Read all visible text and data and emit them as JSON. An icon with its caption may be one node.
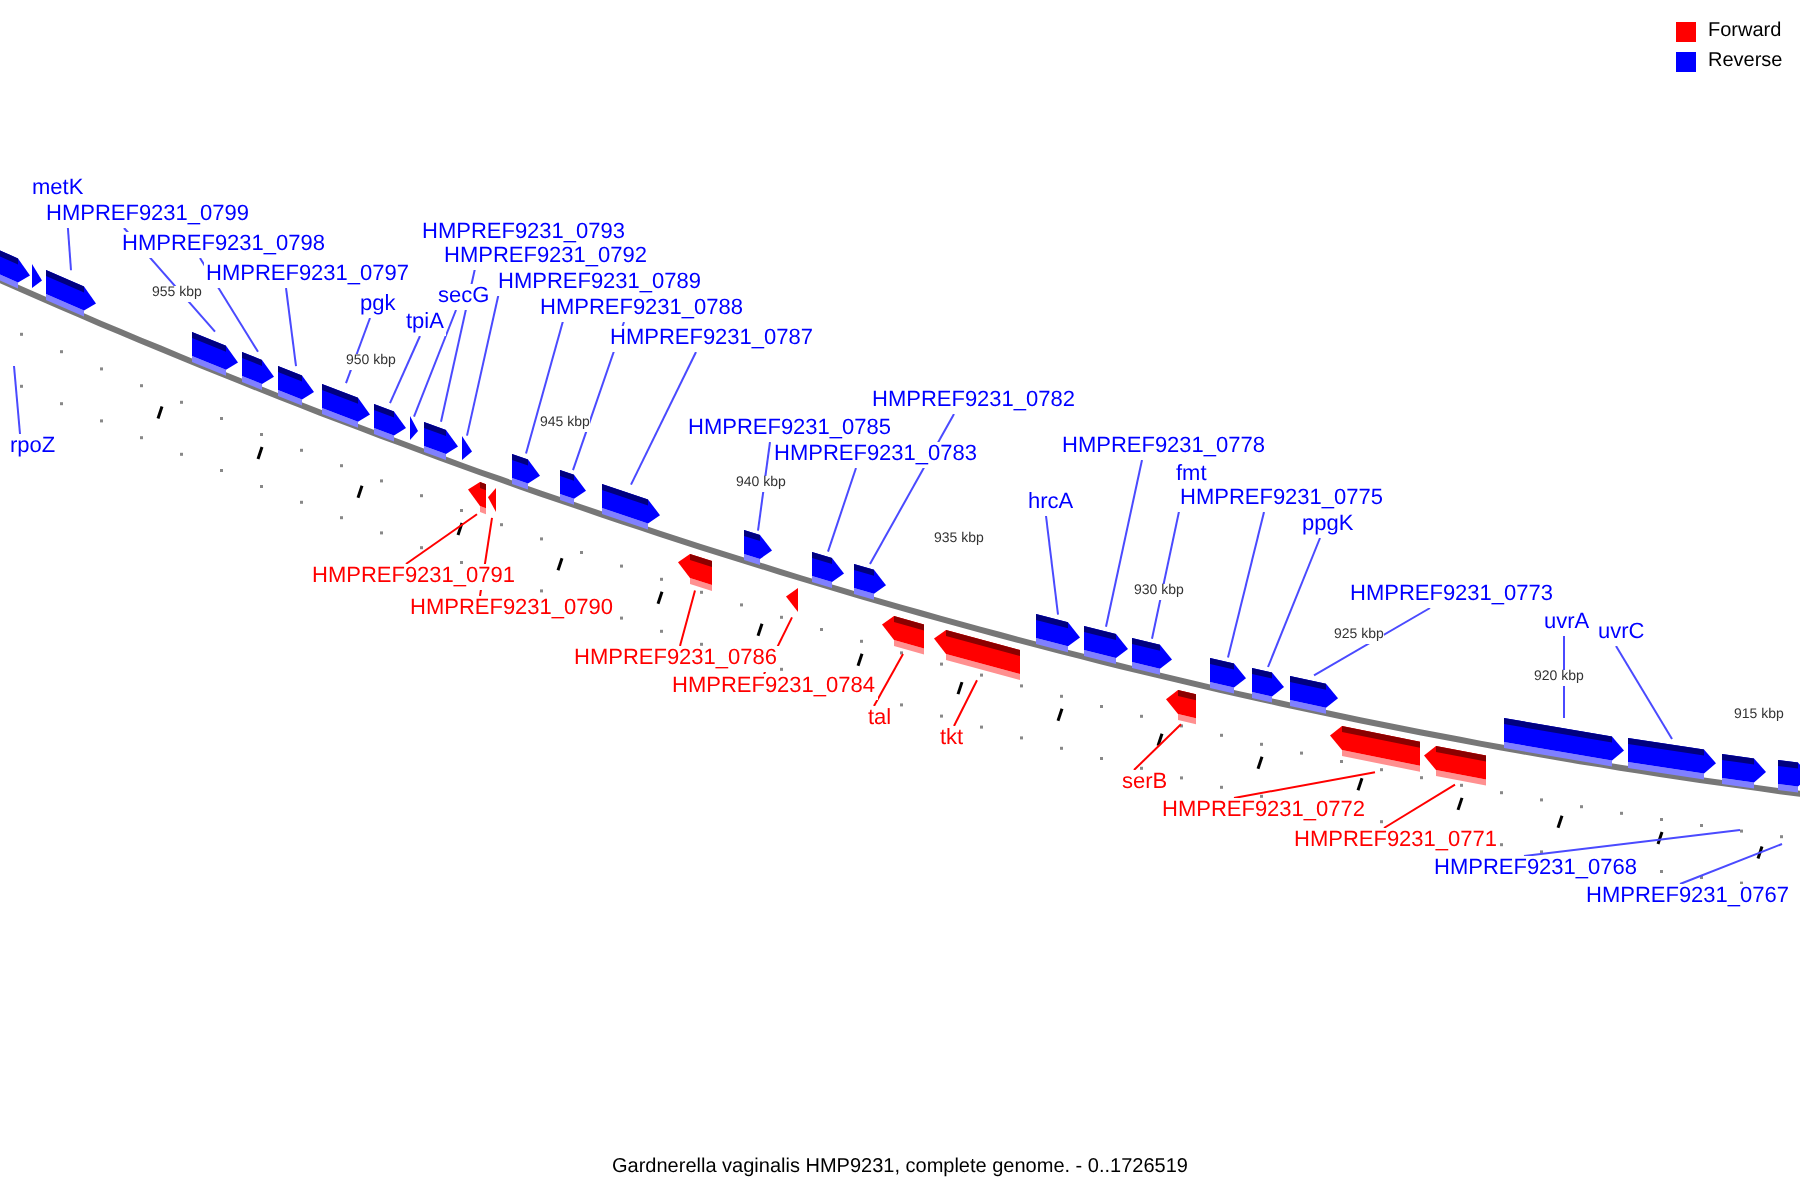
{
  "diagram": {
    "caption": "Gardnerella vaginalis HMP9231, complete genome. - 0..1726519",
    "nodes": [
      {
        "text": [
          "metK"
        ]
      },
      {
        "text": [
          "HMPREF9231_0799"
        ]
      },
      {
        "text": [
          "HMPREF9231_0798"
        ]
      },
      {
        "text": [
          "HMPREF9231_0797"
        ]
      },
      {
        "text": [
          "pgk"
        ]
      },
      {
        "text": [
          "tpiA"
        ]
      },
      {
        "text": [
          "secG"
        ]
      },
      {
        "text": [
          "HMPREF9231_0793"
        ]
      },
      {
        "text": [
          "HMPREF9231_0792"
        ]
      },
      {
        "text": [
          "HMPREF9231_0789"
        ]
      },
      {
        "text": [
          "HMPREF9231_0788"
        ]
      },
      {
        "text": [
          "HMPREF9231_0787"
        ]
      },
      {
        "text": [
          "rpoZ"
        ]
      },
      {
        "text": [
          "HMPREF9231_0785"
        ]
      },
      {
        "text": [
          "HMPREF9231_0783"
        ]
      },
      {
        "text": [
          "HMPREF9231_0782"
        ]
      },
      {
        "text": [
          "hrcA"
        ]
      },
      {
        "text": [
          "HMPREF9231_0778"
        ]
      },
      {
        "text": [
          "fmt"
        ]
      },
      {
        "text": [
          "HMPREF9231_0775"
        ]
      },
      {
        "text": [
          "ppgK"
        ]
      },
      {
        "text": [
          "HMPREF9231_0773"
        ]
      },
      {
        "text": [
          "uvrA"
        ]
      },
      {
        "text": [
          "uvrC"
        ]
      },
      {
        "text": [
          "HMPREF9231_0791"
        ]
      },
      {
        "text": [
          "HMPREF9231_0790"
        ]
      },
      {
        "text": [
          "HMPREF9231_0786"
        ]
      },
      {
        "text": [
          "HMPREF9231_0784"
        ]
      },
      {
        "text": [
          "tal"
        ]
      },
      {
        "text": [
          "tkt"
        ]
      },
      {
        "text": [
          "serB"
        ]
      },
      {
        "text": [
          "HMPREF9231_0772"
        ]
      },
      {
        "text": [
          "HMPREF9231_0771"
        ]
      },
      {
        "text": [
          "HMPREF9231_0768"
        ]
      },
      {
        "text": [
          "HMPREF9231_0767"
        ]
      },
      {
        "text": [],
        "shape": "box"
      },
      {
        "text": [],
        "shape": "box"
      },
      {
        "text": [],
        "shape": "box"
      },
      {
        "text": [],
        "shape": "box"
      },
      {
        "text": [],
        "shape": "box"
      },
      {
        "text": [],
        "shape": "box"
      },
      {
        "text": [],
        "shape": "box"
      },
      {
        "text": [],
        "shape": "box"
      },
      {
        "text": [],
        "shape": "box"
      },
      {
        "text": [],
        "shape": "box"
      },
      {
        "text": [],
        "shape": "box"
      },
      {
        "text": [],
        "shape": "box"
      },
      {
        "text": [],
        "shape": "box"
      },
      {
        "text": [],
        "shape": "box"
      },
      {
        "text": [],
        "shape": "box"
      },
      {
        "text": [],
        "shape": "box"
      },
      {
        "text": [],
        "shape": "box"
      },
      {
        "text": [],
        "shape": "box"
      },
      {
        "text": [],
        "shape": "box"
      },
      {
        "text": [],
        "shape": "box"
      },
      {
        "text": [],
        "shape": "box"
      },
      {
        "text": [],
        "shape": "box"
      },
      {
        "text": [],
        "shape": "box"
      },
      {
        "text": [],
        "shape": "box"
      },
      {
        "text": [],
        "shape": "box"
      },
      {
        "text": [],
        "shape": "box"
      },
      {
        "text": [],
        "shape": "box"
      },
      {
        "text": [],
        "shape": "box"
      },
      {
        "text": [],
        "shape": "box"
      },
      {
        "text": [],
        "shape": "box"
      },
      {
        "text": [],
        "shape": "box"
      },
      {
        "text": [],
        "shape": "box"
      },
      {
        "text": [],
        "shape": "box"
      },
      {
        "text": [],
        "shape": "box"
      },
      {
        "text": [],
        "shape": "box"
      },
      {
        "text": [],
        "shape": "box"
      }
    ],
    "edges": [
      {
        "from": 0,
        "to": 37,
        "arrow": "none"
      },
      {
        "from": 1,
        "to": 38,
        "arrow": "none"
      },
      {
        "from": 2,
        "to": 39,
        "arrow": "none"
      },
      {
        "from": 3,
        "to": 40,
        "arrow": "none"
      },
      {
        "from": 4,
        "to": 41,
        "arrow": "none"
      },
      {
        "from": 5,
        "to": 42,
        "arrow": "none"
      },
      {
        "from": 6,
        "to": 43,
        "arrow": "none"
      },
      {
        "from": 7,
        "to": 44,
        "arrow": "none"
      },
      {
        "from": 8,
        "to": 45,
        "arrow": "none"
      },
      {
        "from": 9,
        "to": 48,
        "arrow": "none"
      },
      {
        "from": 10,
        "to": 49,
        "arrow": "none"
      },
      {
        "from": 11,
        "to": 50,
        "arrow": "none"
      },
      {
        "from": 12,
        "to": null,
        "arrow": "none"
      },
      {
        "from": 13,
        "to": 52,
        "arrow": "none"
      },
      {
        "from": 14,
        "to": 54,
        "arrow": "none"
      },
      {
        "from": 15,
        "to": 55,
        "arrow": "none"
      },
      {
        "from": 16,
        "to": 58,
        "arrow": "none"
      },
      {
        "from": 17,
        "to": 59,
        "arrow": "none"
      },
      {
        "from": 18,
        "to": 60,
        "arrow": "none"
      },
      {
        "from": 19,
        "to": 62,
        "arrow": "none"
      },
      {
        "from": 20,
        "to": 63,
        "arrow": "none"
      },
      {
        "from": 21,
        "to": 64,
        "arrow": "none"
      },
      {
        "from": 22,
        "to": 67,
        "arrow": "none"
      },
      {
        "from": 23,
        "to": 68,
        "arrow": "none"
      },
      {
        "from": 24,
        "to": 46,
        "arrow": "none",
        "color": "#ff0000"
      },
      {
        "from": 25,
        "to": 47,
        "arrow": "none",
        "color": "#ff0000"
      },
      {
        "from": 26,
        "to": 51,
        "arrow": "none",
        "color": "#ff0000"
      },
      {
        "from": 27,
        "to": 53,
        "arrow": "none",
        "color": "#ff0000"
      },
      {
        "from": 28,
        "to": 56,
        "arrow": "none",
        "color": "#ff0000"
      },
      {
        "from": 29,
        "to": 57,
        "arrow": "none",
        "color": "#ff0000"
      },
      {
        "from": 30,
        "to": 61,
        "arrow": "none",
        "color": "#ff0000"
      },
      {
        "from": 31,
        "to": 65,
        "arrow": "none",
        "color": "#ff0000"
      },
      {
        "from": 32,
        "to": 66,
        "arrow": "none",
        "color": "#ff0000"
      },
      {
        "from": 33,
        "to": null,
        "arrow": "none"
      },
      {
        "from": 34,
        "to": null,
        "arrow": "none"
      }
    ],
    "labels": [
      "955 kbp",
      "950 kbp",
      "945 kbp",
      "940 kbp",
      "935 kbp",
      "930 kbp",
      "925 kbp",
      "920 kbp",
      "915 kbp"
    ],
    "legend": [
      {
        "text": "Forward",
        "color": "#ff0000"
      },
      {
        "text": "Reverse",
        "color": "#0000ff"
      }
    ]
  }
}
